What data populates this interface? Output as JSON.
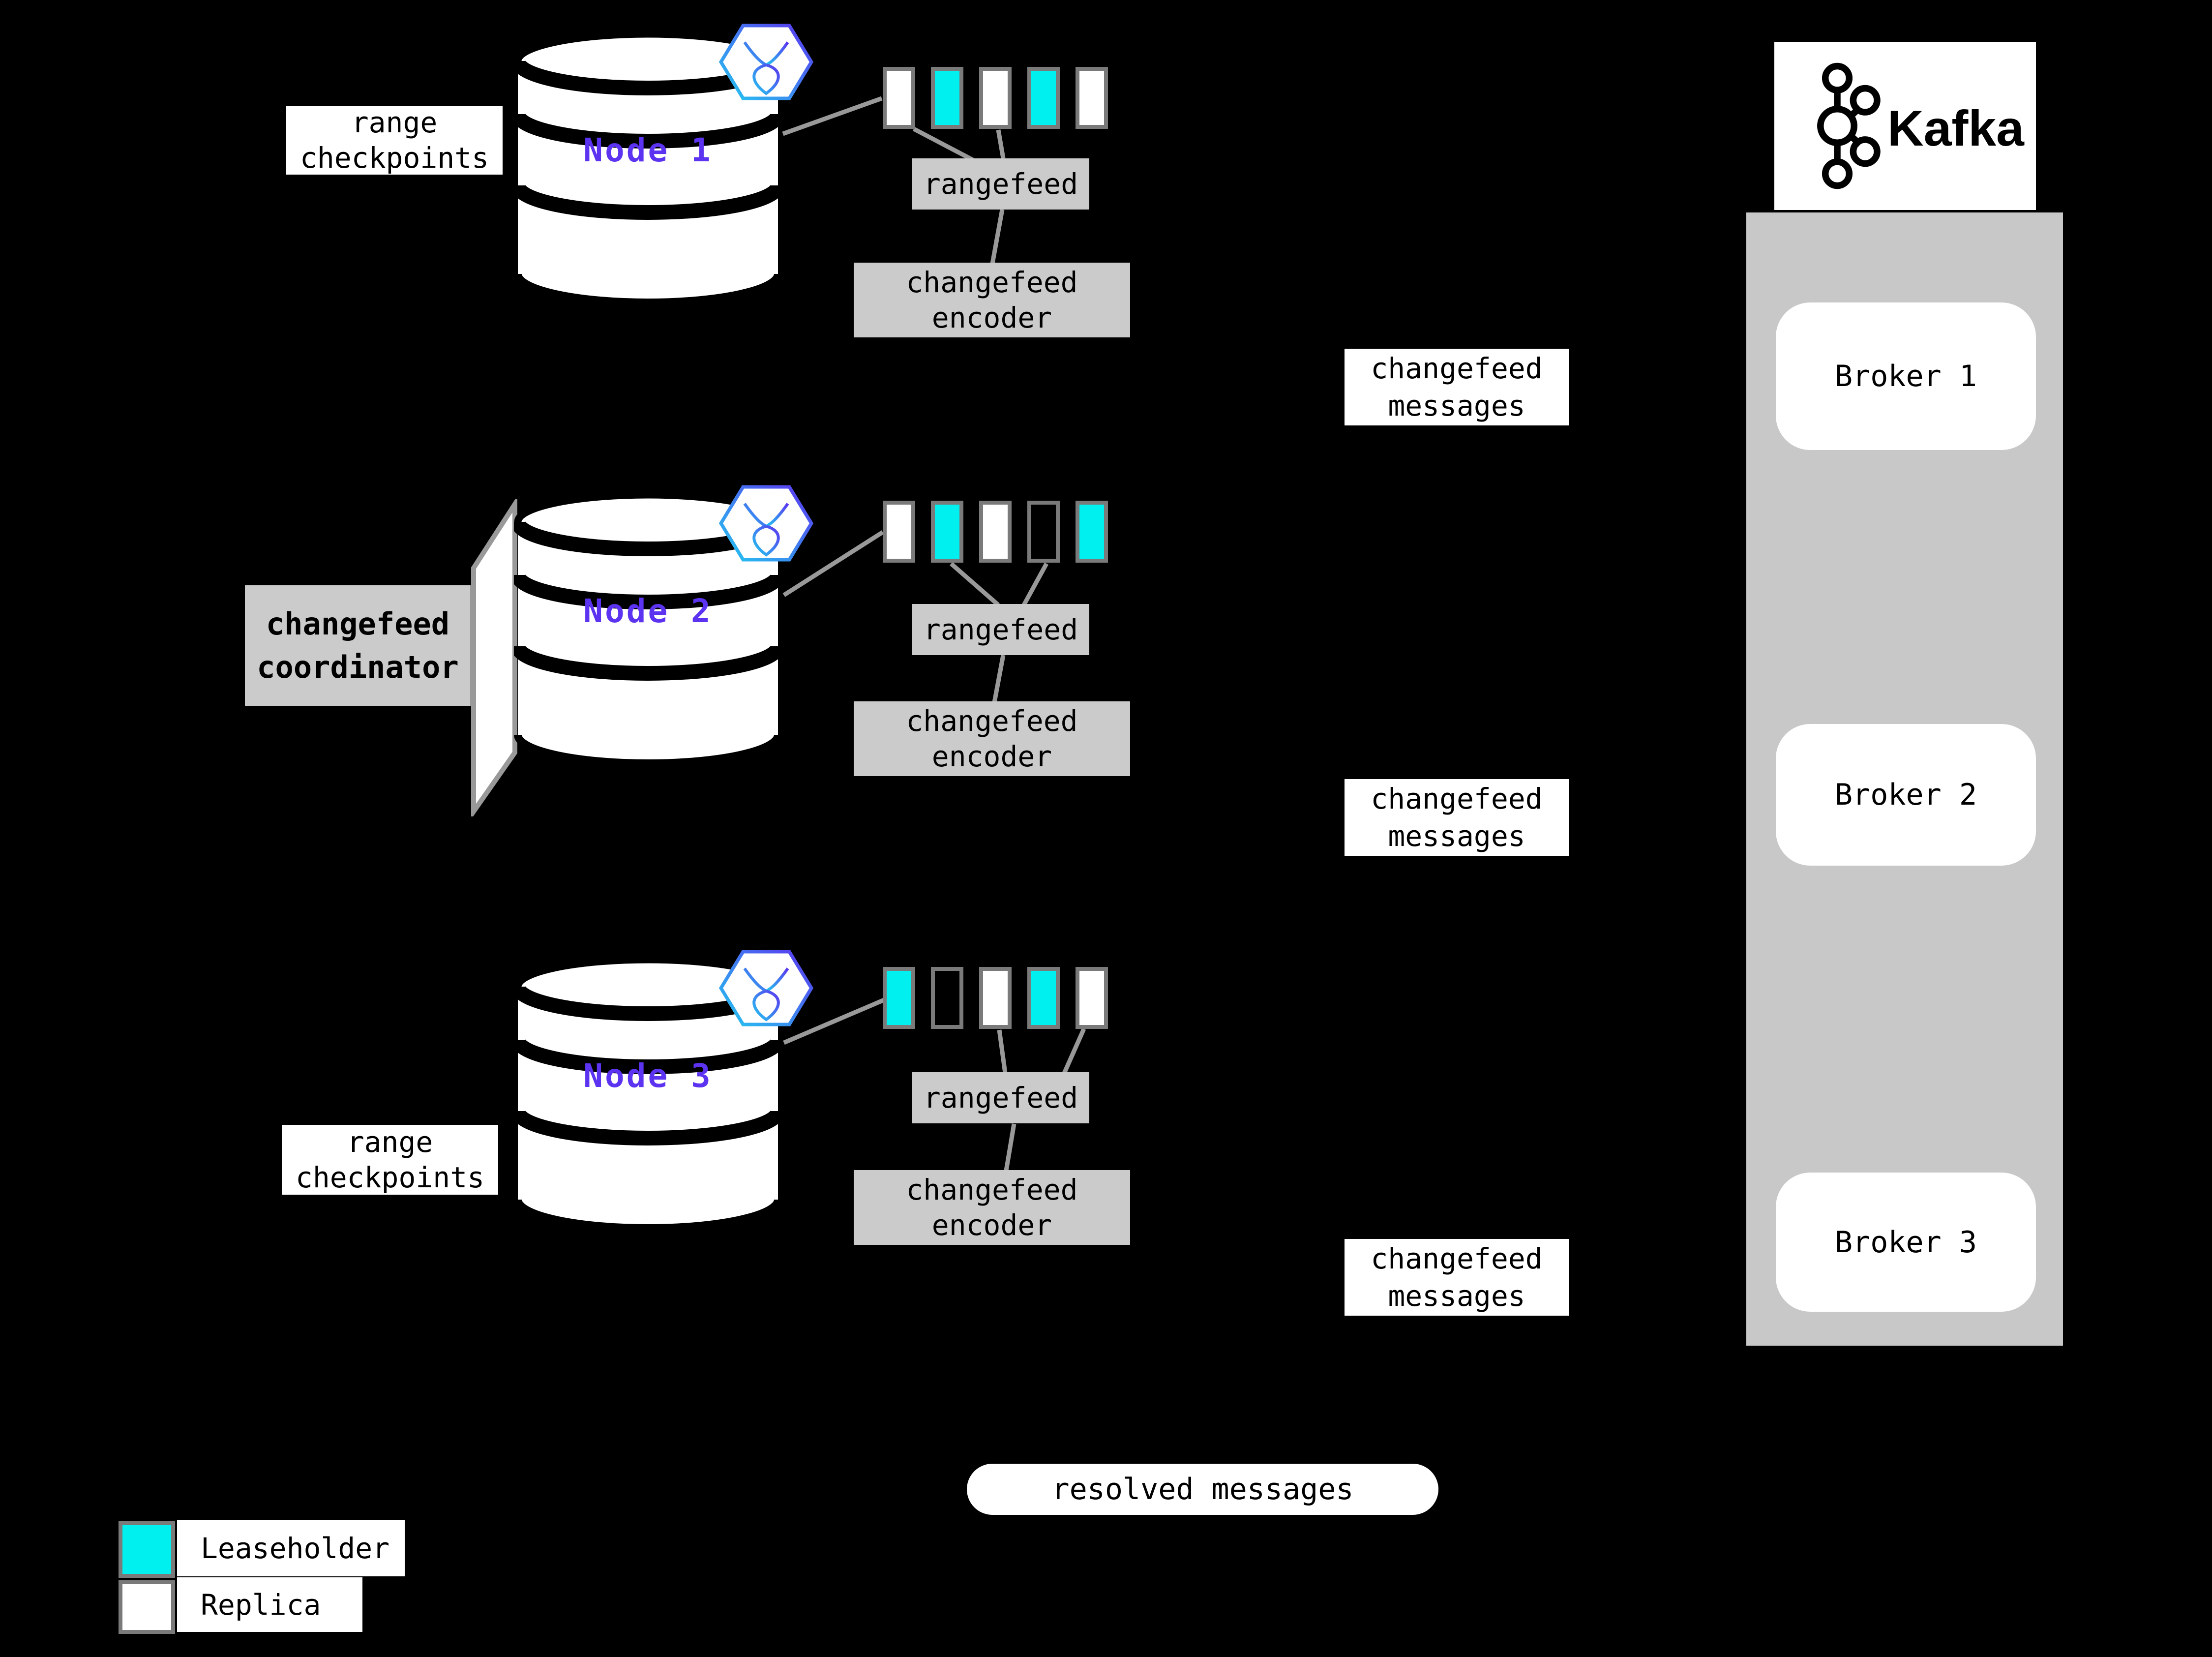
{
  "nodes": [
    {
      "name": "Node 1",
      "rangefeed_label": "rangefeed",
      "encoder_line1": "changefeed",
      "encoder_line2": "encoder",
      "ranges": [
        "replica",
        "leaseholder",
        "replica",
        "leaseholder",
        "replica"
      ]
    },
    {
      "name": "Node 2",
      "rangefeed_label": "rangefeed",
      "encoder_line1": "changefeed",
      "encoder_line2": "encoder",
      "ranges": [
        "replica",
        "leaseholder",
        "replica",
        "empty",
        "leaseholder"
      ]
    },
    {
      "name": "Node 3",
      "rangefeed_label": "rangefeed",
      "encoder_line1": "changefeed",
      "encoder_line2": "encoder",
      "ranges": [
        "leaseholder",
        "empty",
        "replica",
        "leaseholder",
        "replica"
      ]
    }
  ],
  "labels": {
    "range_checkpoints_line1": "range",
    "range_checkpoints_line2": "checkpoints",
    "coordinator_line1": "changefeed",
    "coordinator_line2": "coordinator",
    "messages_line1": "changefeed",
    "messages_line2": "messages",
    "resolved_messages": "resolved messages"
  },
  "kafka": {
    "wordmark": "Kafka",
    "brokers": [
      "Broker 1",
      "Broker 2",
      "Broker 3"
    ]
  },
  "legend": {
    "items": [
      {
        "type": "leaseholder",
        "label": "Leaseholder"
      },
      {
        "type": "replica",
        "label": "Replica"
      }
    ]
  },
  "colors": {
    "leaseholder": "#00F0F0",
    "replica": "#FFFFFF",
    "empty": "#000000",
    "node_label": "#5C33F0",
    "panel_gray": "#CBCBCB",
    "kafka_container_gray": "#C8C8C8",
    "connector_gray": "#999999",
    "square_border_gray": "#7A7A7A"
  }
}
